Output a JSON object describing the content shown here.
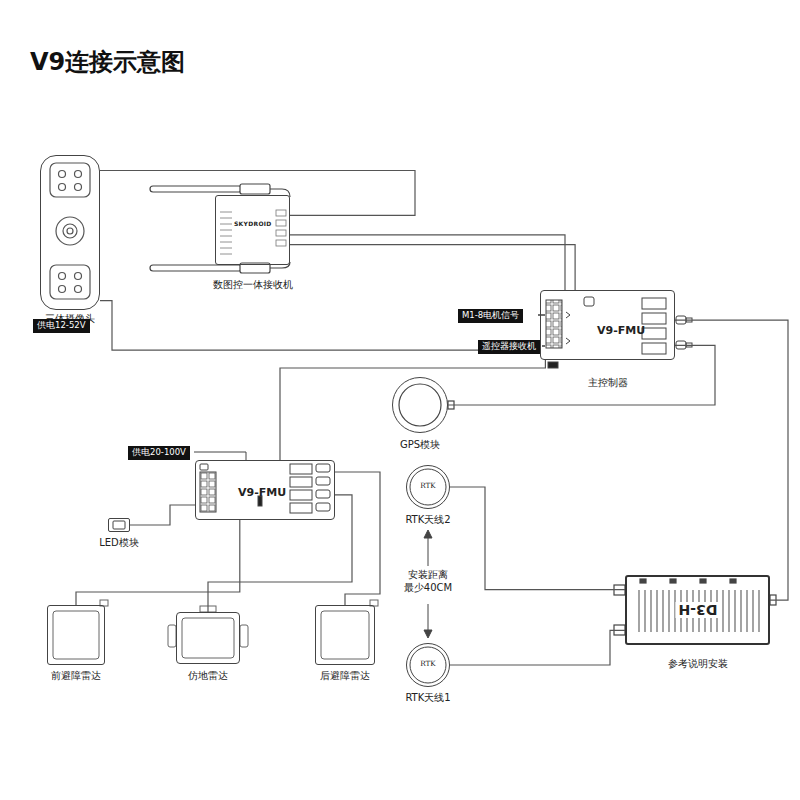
{
  "diagram": {
    "title": "V9连接示意图",
    "nodes": [
      {
        "text": [
          "三体摄像头"
        ]
      },
      {
        "text": [
          "SKYDROID",
          "数图控一体接收机"
        ]
      },
      {
        "text": [
          "V9-FMU",
          "主控制器"
        ]
      },
      {
        "text": [
          "GPS模块"
        ]
      },
      {
        "text": [
          "V9-FMU"
        ]
      },
      {
        "text": [
          "LED模块"
        ]
      },
      {
        "text": [
          "前避障雷达"
        ]
      },
      {
        "text": [
          "仿地雷达"
        ]
      },
      {
        "text": [
          "后避障雷达"
        ]
      },
      {
        "text": [
          "RTK",
          "RTK天线2"
        ]
      },
      {
        "text": [
          "RTK",
          "RTK天线1"
        ]
      },
      {
        "text": [
          "D3-H",
          "参考说明安装"
        ]
      }
    ],
    "edges": [
      {
        "from": 0,
        "to": 1,
        "arrow": "none"
      },
      {
        "from": 1,
        "to": 2,
        "arrow": "none"
      },
      {
        "from": 1,
        "to": 2,
        "arrow": "none"
      },
      {
        "from": 0,
        "to": 2,
        "arrow": "none"
      },
      {
        "from": 2,
        "to": 4,
        "arrow": "none"
      },
      {
        "from": 2,
        "to": 3,
        "arrow": "none"
      },
      {
        "from": 2,
        "to": 11,
        "arrow": "none"
      },
      {
        "from": 9,
        "to": 11,
        "arrow": "none"
      },
      {
        "from": 10,
        "to": 11,
        "arrow": "none"
      },
      {
        "from": 4,
        "to": 5,
        "arrow": "none"
      },
      {
        "from": 4,
        "to": 6,
        "arrow": "none"
      },
      {
        "from": 4,
        "to": 7,
        "arrow": "none"
      },
      {
        "from": 4,
        "to": 8,
        "arrow": "none"
      }
    ],
    "labels": [
      "供电12-52V",
      "M1-8电机信号",
      "遥控器接收机",
      "供电20-100V",
      "安装距离 最少40CM"
    ]
  }
}
